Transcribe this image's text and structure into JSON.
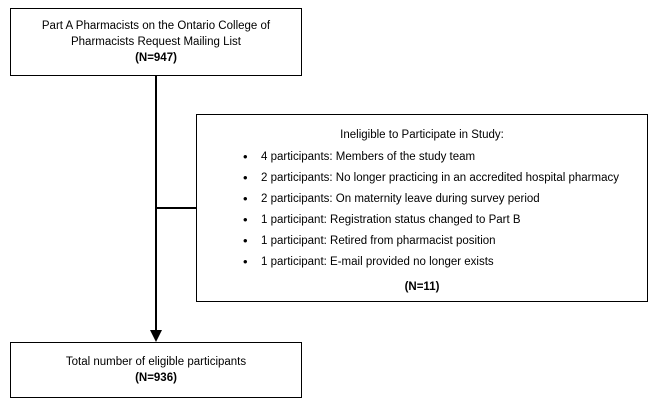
{
  "diagram": {
    "type": "participant-flow-diagram",
    "source_box": {
      "line1": "Part A Pharmacists on the Ontario College of",
      "line2": "Pharmacists Request Mailing List",
      "count": "(N=947)"
    },
    "excluded_box": {
      "title": "Ineligible to Participate in Study:",
      "items": [
        "4 participants: Members of the study team",
        "2 participants: No longer practicing in an accredited hospital pharmacy",
        "2 participants: On maternity leave during survey period",
        "1 participant: Registration status changed to Part B",
        "1 participant: Retired from pharmacist position",
        "1 participant: E-mail provided no longer exists"
      ],
      "count": "(N=11)",
      "bullet_glyph": "•"
    },
    "eligible_box": {
      "line1": "Total number of eligible participants",
      "count": "(N=936)"
    }
  }
}
